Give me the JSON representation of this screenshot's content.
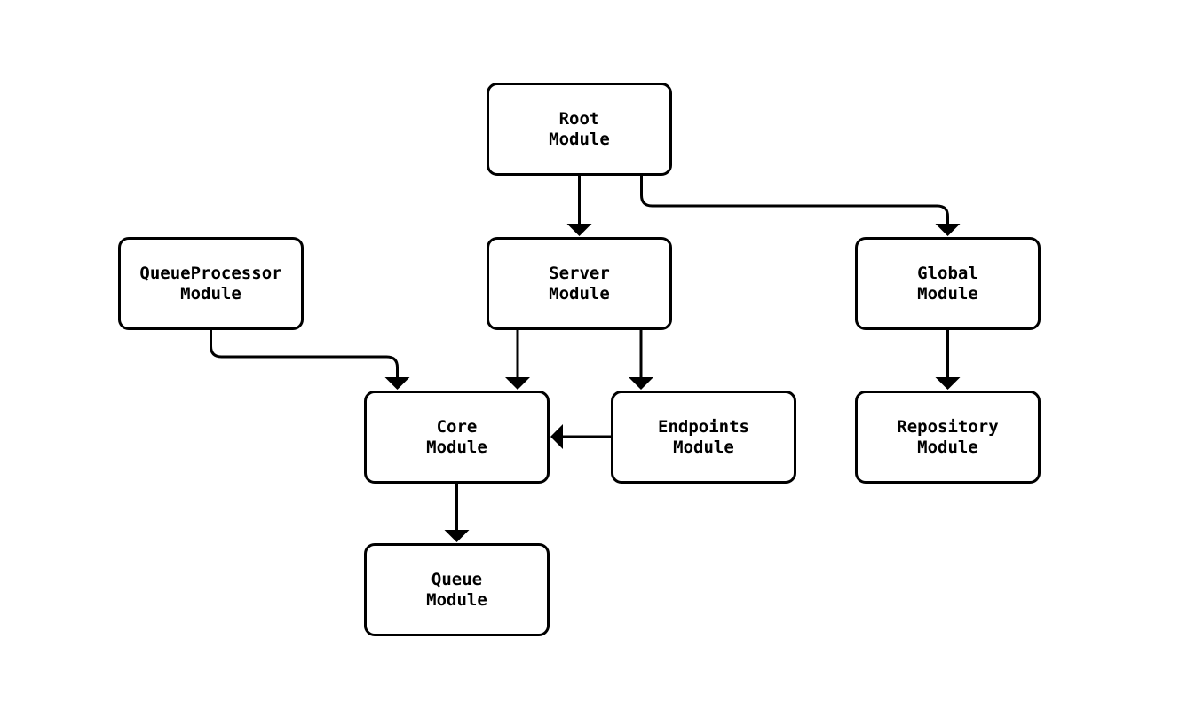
{
  "diagram": {
    "background_color": "#ffffff",
    "node_fill_color": "#ffffff",
    "node_border_color": "#000000",
    "edge_color": "#000000",
    "text_color": "#000000",
    "nodes": {
      "root": {
        "line1": "Root",
        "line2": "Module"
      },
      "queue_processor": {
        "line1": "QueueProcessor",
        "line2": "Module"
      },
      "server": {
        "line1": "Server",
        "line2": "Module"
      },
      "global": {
        "line1": "Global",
        "line2": "Module"
      },
      "core": {
        "line1": "Core",
        "line2": "Module"
      },
      "endpoints": {
        "line1": "Endpoints",
        "line2": "Module"
      },
      "repository": {
        "line1": "Repository",
        "line2": "Module"
      },
      "queue": {
        "line1": "Queue",
        "line2": "Module"
      }
    },
    "edges": [
      {
        "from": "Root Module",
        "to": "Server Module"
      },
      {
        "from": "Root Module",
        "to": "Global Module"
      },
      {
        "from": "QueueProcessor Module",
        "to": "Core Module"
      },
      {
        "from": "Server Module",
        "to": "Core Module"
      },
      {
        "from": "Server Module",
        "to": "Endpoints Module"
      },
      {
        "from": "Endpoints Module",
        "to": "Core Module"
      },
      {
        "from": "Global Module",
        "to": "Repository Module"
      },
      {
        "from": "Core Module",
        "to": "Queue Module"
      }
    ]
  }
}
